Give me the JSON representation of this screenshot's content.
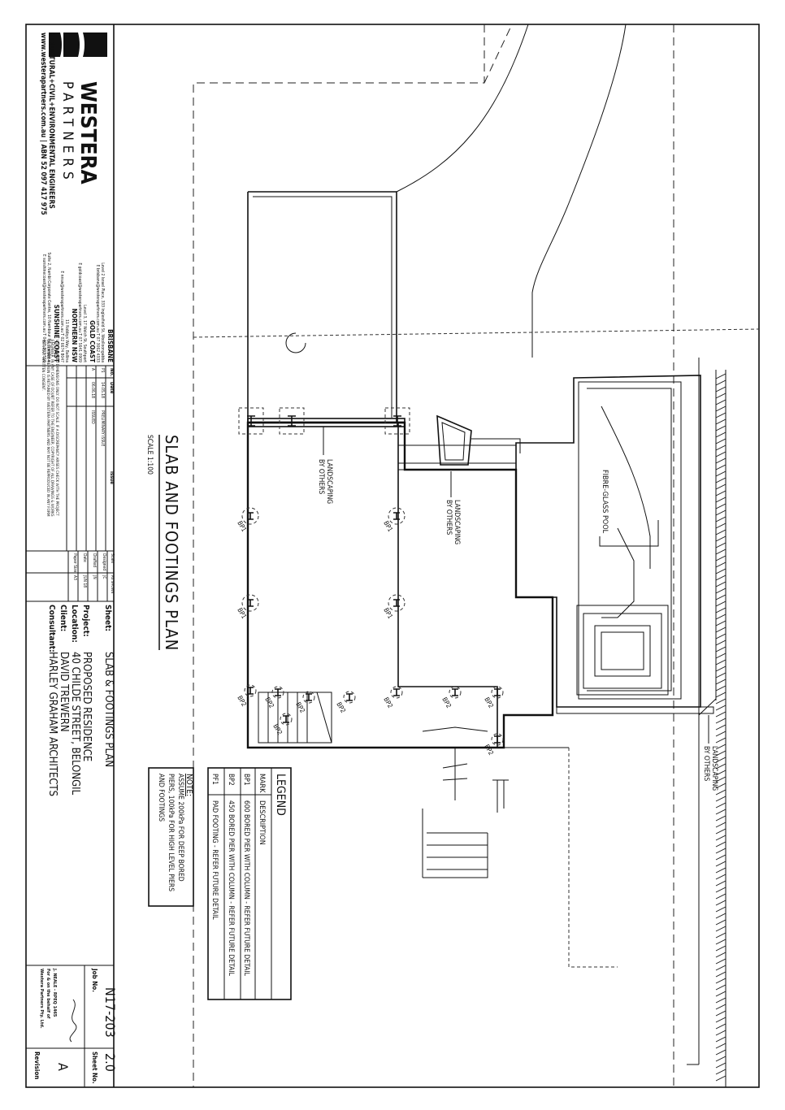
{
  "drawing": {
    "title": "SLAB AND FOOTINGS PLAN",
    "scale": "SCALE 1:100"
  },
  "labels": {
    "landscaping_1": [
      "LANDSCAPING",
      "BY OTHERS"
    ],
    "landscaping_2": [
      "LANDSCAPING",
      "BY OTHERS"
    ],
    "landscaping_3": [
      "LANDSCAPING",
      "BY OTHERS"
    ],
    "pool": "FIBRE-GLASS POOL",
    "bp1": "BP1",
    "bp2": "BP2"
  },
  "legend": {
    "title": "LEGEND",
    "col_mark": "MARK",
    "col_desc": "DESCRIPTION",
    "rows": [
      {
        "mark": "BP1",
        "desc": "600 BORED PIER WITH COLUMN - REFER FUTURE DETAIL"
      },
      {
        "mark": "BP2",
        "desc": "450 BORED PIER WITH COLUMN - REFER FUTURE DETAIL"
      },
      {
        "mark": "PF1",
        "desc": "PAD FOOTING - REFER FUTURE DETAIL"
      }
    ]
  },
  "note": {
    "title": "NOTE:",
    "lines": [
      "ASSUME 200kPa FOR DEEP BORED",
      "PIERS, 100kPa FOR HIGH LEVEL PIERS",
      "AND FOOTINGS"
    ]
  },
  "company": {
    "name": "WESTERA",
    "sub": "PARTNERS",
    "tagline": "STRUCTURAL+CIVIL+ENVIRONMENTAL ENGINEERS",
    "web": "www.westerapartners.com.au | ABN 52 097 417 975"
  },
  "offices": [
    {
      "city": "BRISBANE",
      "lines": [
        "Level 2 Israel Place, 333 Inglesfield St, Woolloongabba",
        "E brisbane@westerapartners.com.au  T 07 3062 4333"
      ]
    },
    {
      "city": "GOLD COAST",
      "lines": [
        "Level 3, 17 Welch St, Southport",
        "E goldcoast@westerapartners.com.au  T 07 5641 0909"
      ]
    },
    {
      "city": "NORTHERN NSW",
      "lines": [
        "11 Nobbys Way, Ballina",
        "E nnsw@westerapartners.com.au  T 02 6674 8047"
      ]
    },
    {
      "city": "SUNSHINE COAST",
      "lines": [
        "Suite 2, Nambi Corporate Centre, 10 Nambour Rd, Nambour",
        "E sunshinecoast@westerapartners.com.au  T 0401 803 550"
      ]
    }
  ],
  "revisions": {
    "headers": [
      "No.",
      "Date",
      "Issue"
    ],
    "rows": [
      {
        "no": "P1",
        "date": "14.05.18",
        "issue": "PRELIMINARY ISSUE"
      },
      {
        "no": "A",
        "date": "06.06.18",
        "issue": "ISSUED"
      }
    ]
  },
  "disclaimer": "USE FIGURED DIMENSIONS ONLY. DO NOT SCALE. IF A DISCREPANCY ARISES CHECK WITH THE PROJECT ENGINEER. IN ANY CASE OF DOUBT REFER TO THE ENGINEER. COPYRIGHT OF ALL DRAWINGS & WORKS DESCRIBED HEREIN IS RETAINED BY WESTERA PARTNERS AND MAY NOT BE REPRODUCED IN ANY FORM WITHOUT WRITTEN CONSENT.",
  "meta": {
    "scale_label": "Scale",
    "scale": "AS SHOWN",
    "designed_label": "Designed",
    "designed": "JC",
    "drafted_label": "Drafted",
    "drafted": "JN",
    "date_label": "Date",
    "date": "JUN 18",
    "paper_label": "Paper Size",
    "paper": "A3"
  },
  "title_block": {
    "sheet_label": "Sheet:",
    "sheet": "SLAB & FOOTINGS PLAN",
    "project_label": "Project:",
    "project": "PROPOSED RESIDENCE",
    "location_label": "Location:",
    "location": "40 CHILDE STREET, BELONGIL",
    "client_label": "Client:",
    "client": "DAVID TREWERN",
    "consultant_label": "Consultant:",
    "consultant": "HARLEY GRAHAM ARCHITECTS",
    "jobno_label": "Job No.",
    "jobno": "N17-203",
    "sheetno_label": "Sheet No.",
    "sheetno": "2.0",
    "revision_label": "Revision",
    "revision": "A",
    "signature_lines": [
      "J. NEALE - RPEQ 1465",
      "For & on the behalf of",
      "Westera Partners Pty. Ltd."
    ]
  }
}
